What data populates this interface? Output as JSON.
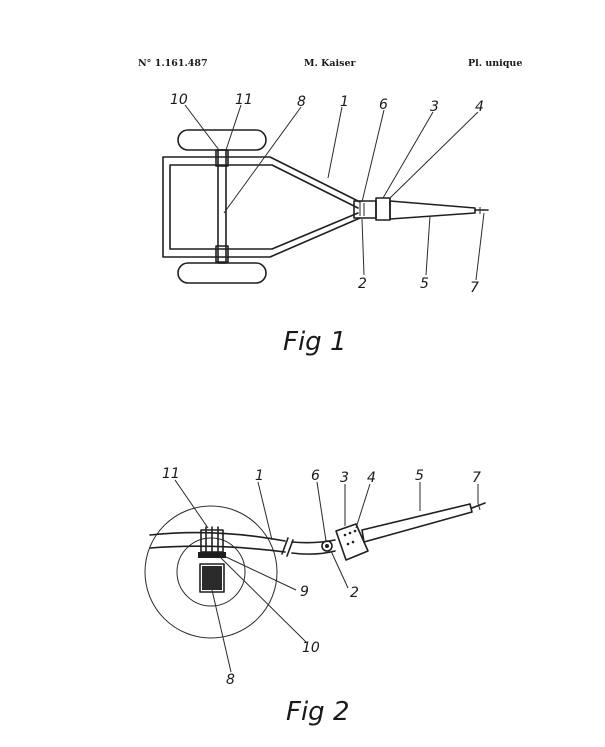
{
  "header": {
    "patent_number": "N° 1.161.487",
    "author": "M. Kaiser",
    "plate": "Pl. unique"
  },
  "figure1": {
    "caption": "Fig 1",
    "labels": [
      "10",
      "11",
      "8",
      "1",
      "6",
      "3",
      "4",
      "2",
      "5",
      "7"
    ]
  },
  "figure2": {
    "caption": "Fig 2",
    "labels": [
      "11",
      "1",
      "6",
      "3",
      "4",
      "5",
      "7",
      "9",
      "2",
      "10",
      "8"
    ]
  }
}
